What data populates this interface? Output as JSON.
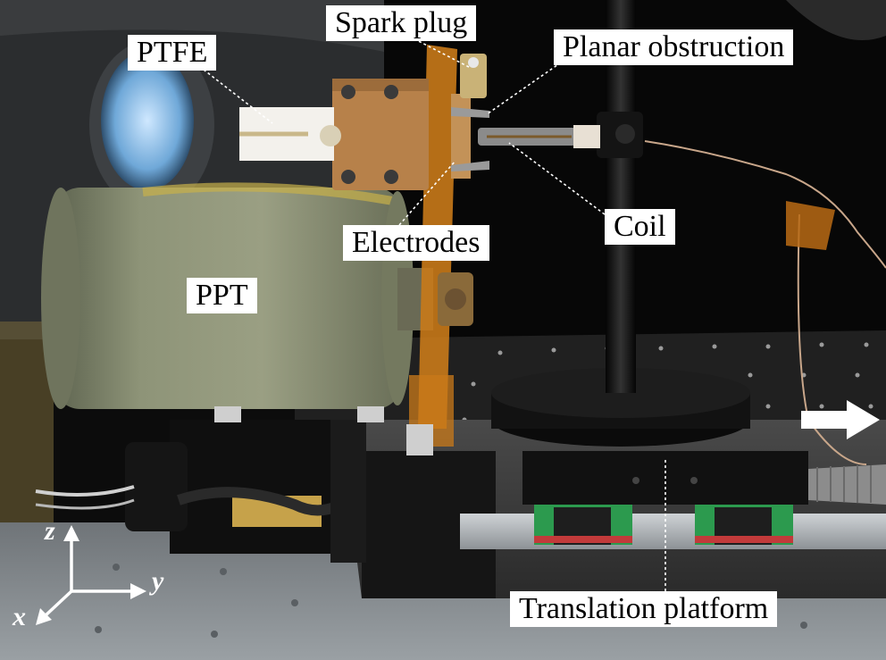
{
  "labels": {
    "spark_plug": "Spark plug",
    "ptfe": "PTFE",
    "planar_obstruction": "Planar obstruction",
    "coil": "Coil",
    "electrodes": "Electrodes",
    "ppt": "PPT",
    "translation_platform": "Translation platform"
  },
  "axes": {
    "z": "z",
    "y": "y",
    "x": "x"
  },
  "colors": {
    "label_background": "#ffffff",
    "label_text": "#000000",
    "leader_line": "#ffffff",
    "ppt_body": "#8e9478",
    "electrode_copper": "#b7814a",
    "kapton_film": "#c97a1a",
    "rail_green": "#2c9a4e",
    "stage_black": "#151515"
  }
}
